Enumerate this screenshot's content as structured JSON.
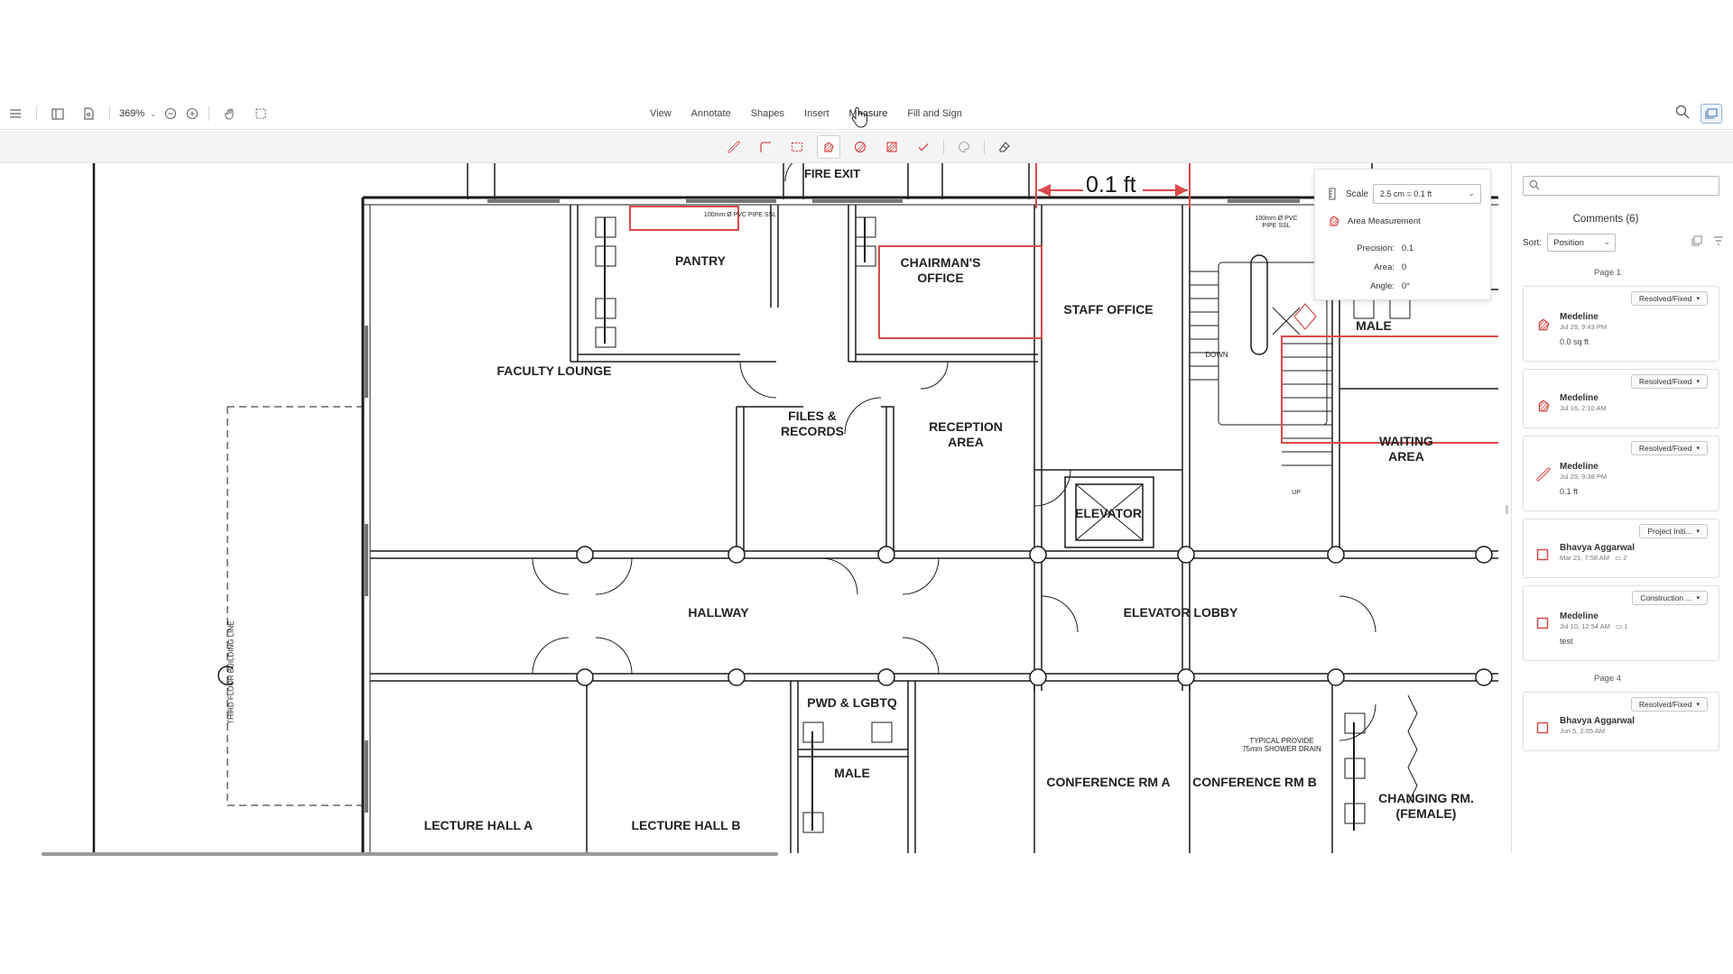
{
  "toolbar": {
    "zoom": "369%",
    "menu": [
      "View",
      "Annotate",
      "Shapes",
      "Insert",
      "Measure",
      "Fill and Sign"
    ]
  },
  "plan": {
    "scale_label": "0.1 ft",
    "rooms": [
      {
        "name": "fire-exit",
        "lines": [
          "FIRE EXIT"
        ]
      },
      {
        "name": "pantry",
        "lines": [
          "PANTRY"
        ]
      },
      {
        "name": "chairmans-office",
        "lines": [
          "CHAIRMAN'S",
          "OFFICE"
        ]
      },
      {
        "name": "staff-office",
        "lines": [
          "STAFF OFFICE"
        ]
      },
      {
        "name": "male-top",
        "lines": [
          "MALE"
        ]
      },
      {
        "name": "faculty-lounge",
        "lines": [
          "FACULTY LOUNGE"
        ]
      },
      {
        "name": "files-records",
        "lines": [
          "FILES &",
          "RECORDS"
        ]
      },
      {
        "name": "reception-area",
        "lines": [
          "RECEPTION",
          "AREA"
        ]
      },
      {
        "name": "elevator",
        "lines": [
          "ELEVATOR"
        ]
      },
      {
        "name": "waiting-area",
        "lines": [
          "WAITING",
          "AREA"
        ]
      },
      {
        "name": "hallway",
        "lines": [
          "HALLWAY"
        ]
      },
      {
        "name": "elevator-lobby",
        "lines": [
          "ELEVATOR LOBBY"
        ]
      },
      {
        "name": "pwd-lgbtq",
        "lines": [
          "PWD & LGBTQ"
        ]
      },
      {
        "name": "male-bottom",
        "lines": [
          "MALE"
        ]
      },
      {
        "name": "conference-rm-a",
        "lines": [
          "CONFERENCE RM A"
        ]
      },
      {
        "name": "conference-rm-b",
        "lines": [
          "CONFERENCE RM B"
        ]
      },
      {
        "name": "changing-rm",
        "lines": [
          "CHANGING RM.",
          "(FEMALE)"
        ]
      },
      {
        "name": "lecture-hall-a",
        "lines": [
          "LECTURE HALL A"
        ]
      },
      {
        "name": "lecture-hall-b",
        "lines": [
          "LECTURE HALL B"
        ]
      }
    ],
    "notes": [
      {
        "name": "pipe-note-left",
        "lines": [
          "100mm Ø PVC PIPE SSL"
        ]
      },
      {
        "name": "pipe-note-right",
        "lines": [
          "100mm Ø PVC",
          "PIPE SSL"
        ]
      },
      {
        "name": "down-label",
        "lines": [
          "DOWN"
        ]
      },
      {
        "name": "up-label",
        "lines": [
          "UP"
        ]
      },
      {
        "name": "shower-note",
        "lines": [
          "TYPICAL PROVIDE",
          "75mm SHOWER DRAIN"
        ]
      },
      {
        "name": "building-line",
        "lines": [
          "THIRD FLOOR BUILDING LINE"
        ]
      }
    ]
  },
  "measure_popup": {
    "scale_label": "Scale",
    "scale_value": "2.5 cm = 0.1 ft",
    "tool_label": "Area Measurement",
    "precision_label": "Precision:",
    "precision_value": "0.1",
    "area_label": "Area:",
    "area_value": "0",
    "angle_label": "Angle:",
    "angle_value": "0°"
  },
  "comments": {
    "title": "Comments (6)",
    "sort_label": "Sort:",
    "sort_value": "Position",
    "groups": [
      {
        "page": "Page 1",
        "items": [
          {
            "icon": "area-measure-icon",
            "author": "Medeline",
            "date": "Jul 29, 9:43 PM",
            "status": "Resolved/Fixed",
            "note": "0.0 sq ft",
            "replies": ""
          },
          {
            "icon": "area-measure-icon",
            "author": "Medeline",
            "date": "Jul 16, 2:10 AM",
            "status": "Resolved/Fixed",
            "note": "",
            "replies": ""
          },
          {
            "icon": "distance-measure-icon",
            "author": "Medeline",
            "date": "Jul 29, 9:38 PM",
            "status": "Resolved/Fixed",
            "note": "0.1 ft",
            "replies": ""
          },
          {
            "icon": "rectangle-icon",
            "author": "Bhavya Aggarwal",
            "date": "Mar 21, 7:58 AM",
            "status": "Project Initi...",
            "note": "",
            "replies": "2"
          },
          {
            "icon": "rectangle-icon",
            "author": "Medeline",
            "date": "Jul 10, 12:54 AM",
            "status": "Construction ...",
            "note": "test",
            "replies": "1"
          }
        ]
      },
      {
        "page": "Page 4",
        "items": [
          {
            "icon": "rectangle-icon",
            "author": "Bhavya Aggarwal",
            "date": "Jun 5, 2:05 AM",
            "status": "Resolved/Fixed",
            "note": "",
            "replies": ""
          }
        ]
      }
    ]
  },
  "colors": {
    "accent": "#d94a4a",
    "line": "#1a1a1a",
    "panel_border": "#dedede"
  }
}
